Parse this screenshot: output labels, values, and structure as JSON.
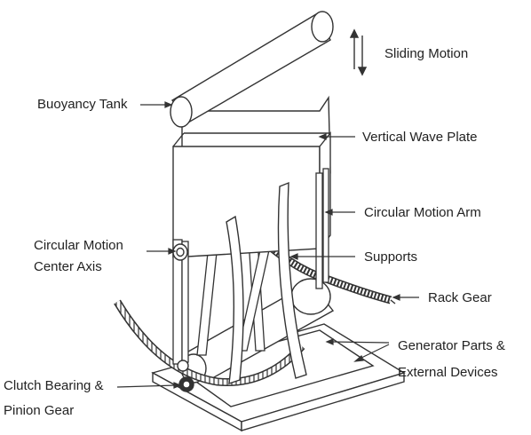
{
  "labels": {
    "sliding_motion": "Sliding Motion",
    "buoyancy_tank": "Buoyancy Tank",
    "vertical_wave_plate": "Vertical Wave Plate",
    "circular_motion_arm": "Circular Motion Arm",
    "circular_motion_center_axis_line1": "Circular Motion",
    "circular_motion_center_axis_line2": "Center Axis",
    "supports": "Supports",
    "rack_gear": "Rack Gear",
    "generator_parts_line1": "Generator Parts &",
    "generator_parts_line2": "External Devices",
    "clutch_bearing_line1": "Clutch Bearing &",
    "clutch_bearing_line2": "Pinion Gear"
  }
}
